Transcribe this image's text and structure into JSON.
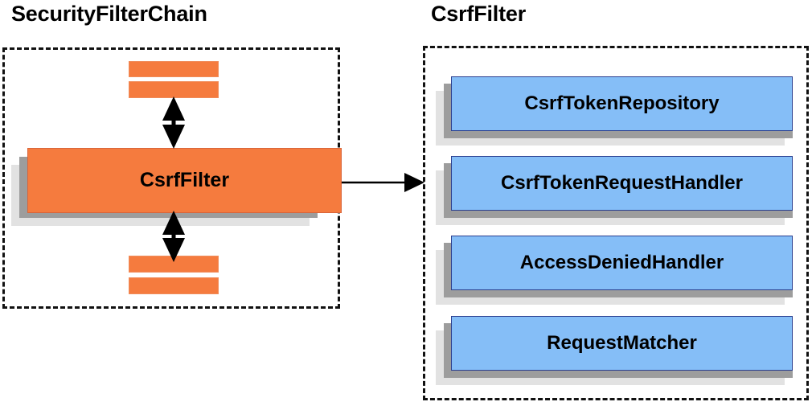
{
  "diagram": {
    "left_panel": {
      "title": "SecurityFilterChain",
      "main_box_label": "CsrfFilter",
      "filter_bars_above": 2,
      "filter_bars_below": 2,
      "arrow_above": "double-headed-vertical-arrow",
      "arrow_below": "double-headed-vertical-arrow"
    },
    "right_panel": {
      "title": "CsrfFilter",
      "components": [
        {
          "label": "CsrfTokenRepository"
        },
        {
          "label": "CsrfTokenRequestHandler"
        },
        {
          "label": "AccessDeniedHandler"
        },
        {
          "label": "RequestMatcher"
        }
      ]
    },
    "connector": {
      "name": "csrffilter-expands-to-arrow",
      "type": "single-headed-horizontal-arrow"
    },
    "colors": {
      "orange_fill": "#f57b3e",
      "blue_fill": "#85bef7",
      "blue_border": "#2b3f8f",
      "shadow_dark": "#9d9d9d",
      "shadow_light": "#e2e2e2",
      "panel_border": "#111111",
      "text": "#000000"
    }
  }
}
